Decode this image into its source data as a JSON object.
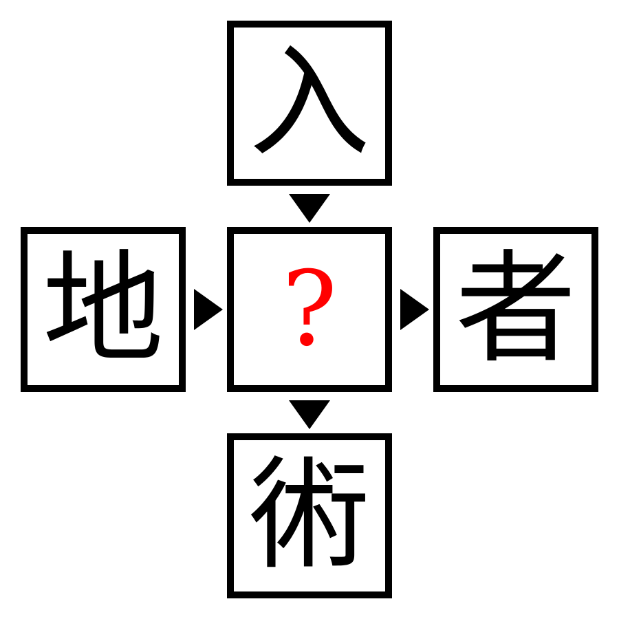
{
  "puzzle": {
    "top": "入",
    "left": "地",
    "center": "?",
    "right": "者",
    "bottom": "術"
  },
  "colors": {
    "question_mark": "#ff0000",
    "border": "#000000",
    "arrow": "#000000"
  }
}
